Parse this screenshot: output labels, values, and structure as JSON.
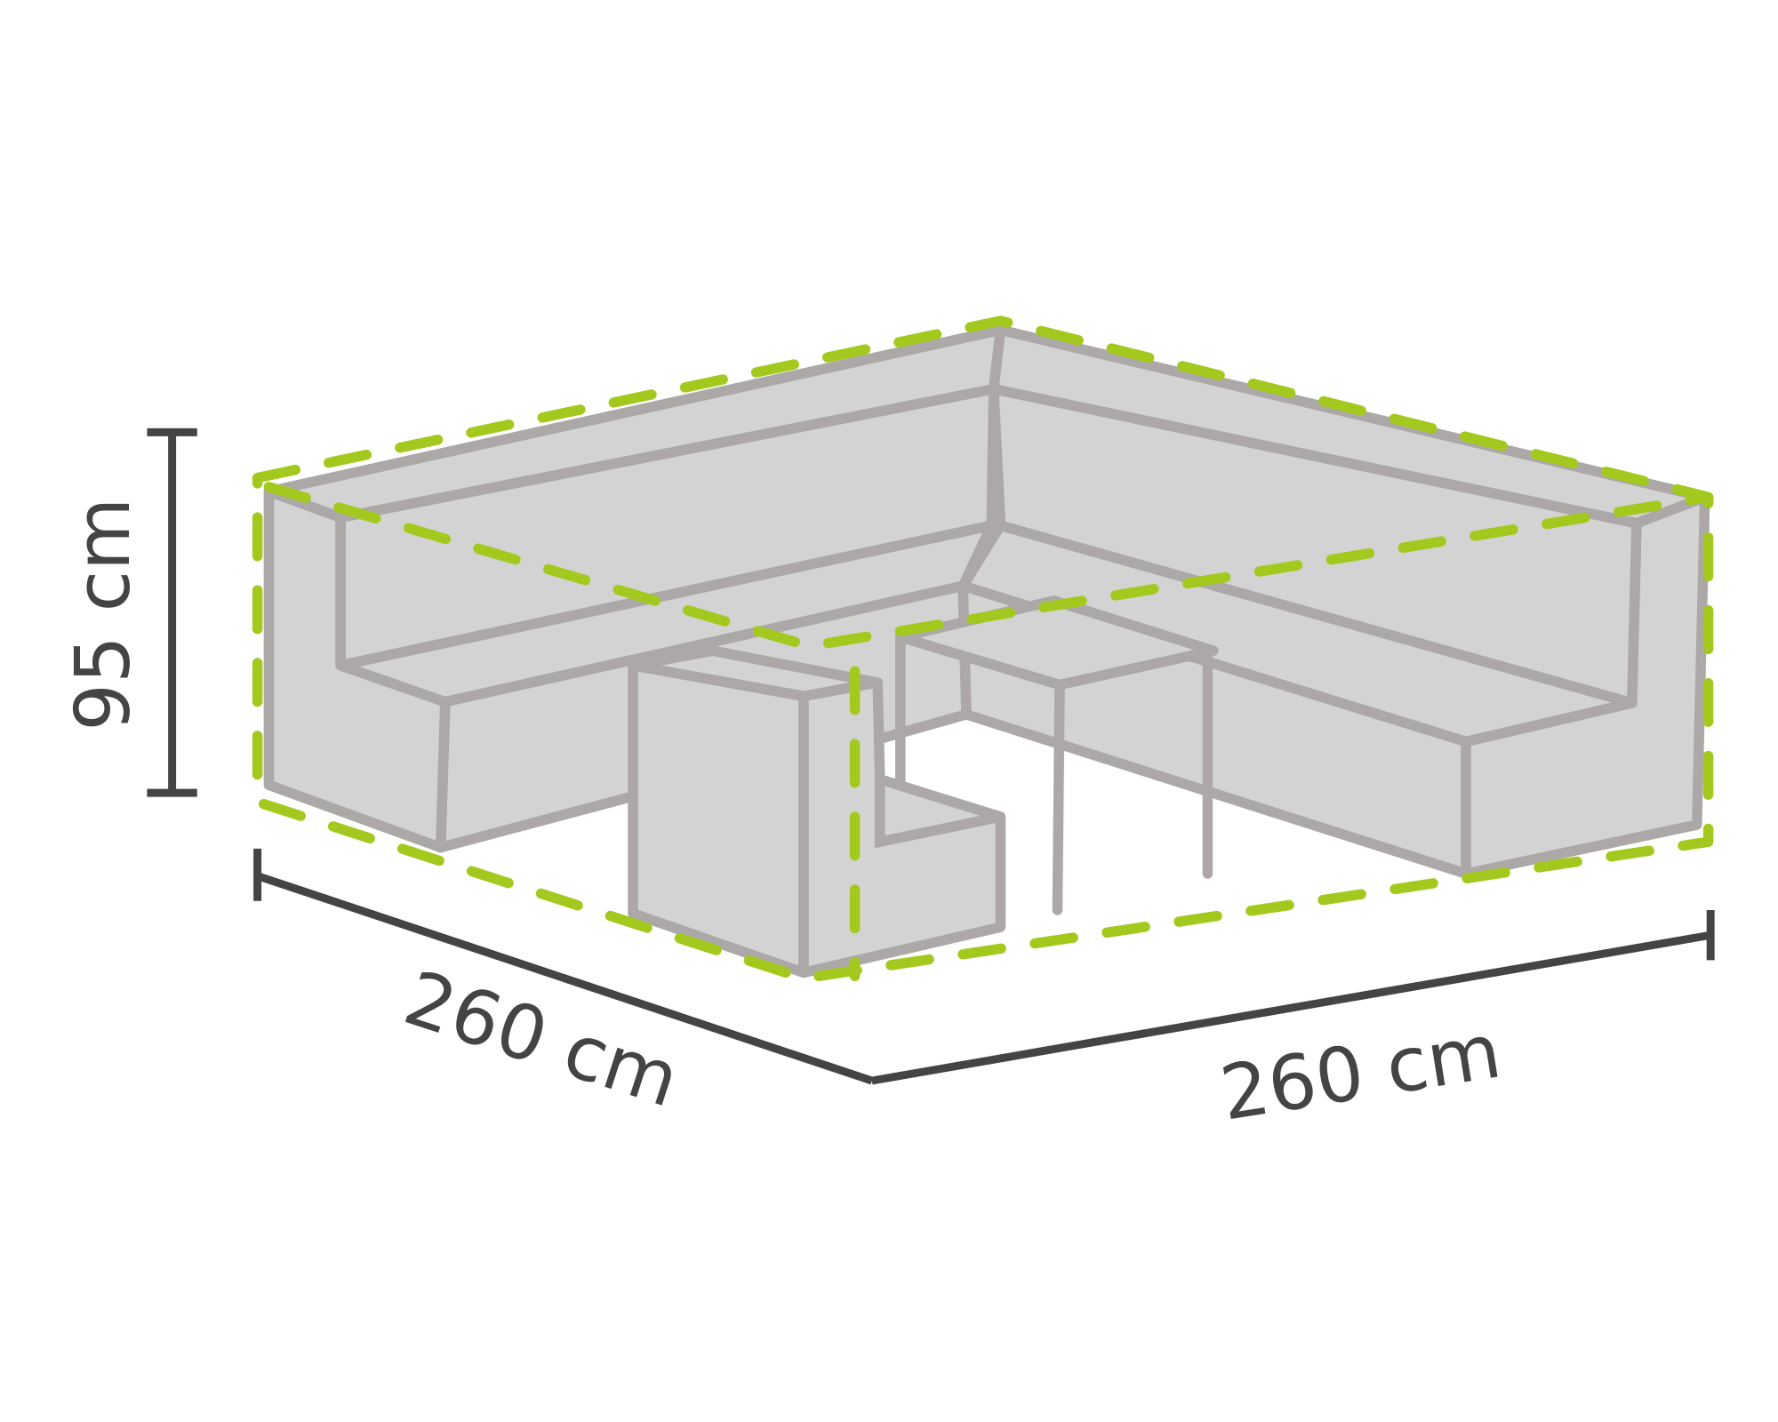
{
  "diagram": {
    "height_label": "95 cm",
    "depth_label": "260 cm",
    "width_label": "260 cm"
  },
  "colors": {
    "furniture_fill": "#d3d3d3",
    "furniture_stroke": "#aba8a7",
    "cover_outline": "#a4c91e",
    "dimension": "#444444"
  }
}
